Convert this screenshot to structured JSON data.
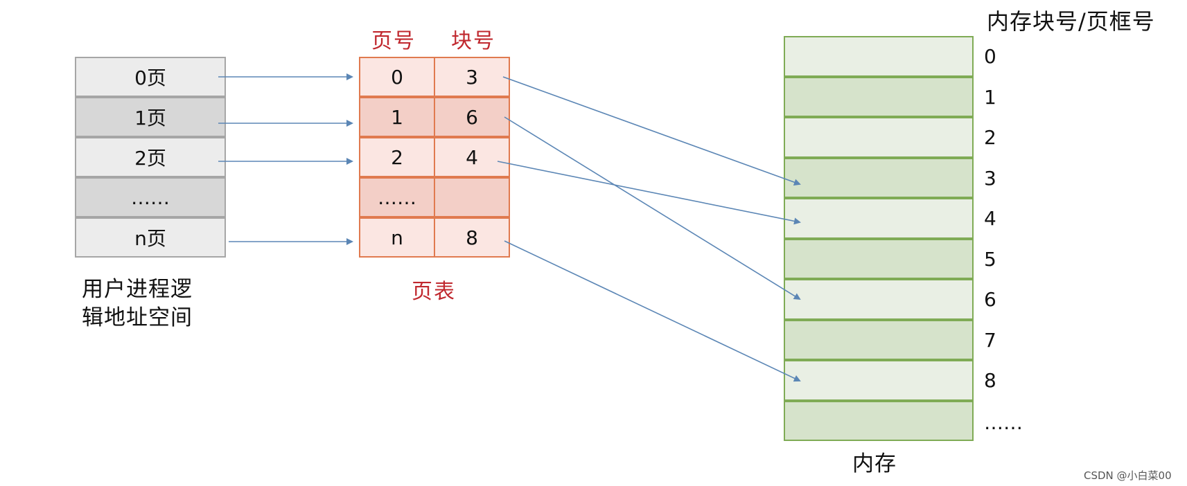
{
  "logical": {
    "pages": [
      "0页",
      "1页",
      "2页",
      "……",
      "n页"
    ],
    "caption_line1": "用户进程逻",
    "caption_line2": "辑地址空间"
  },
  "page_table": {
    "header_page": "页号",
    "header_block": "块号",
    "rows": [
      {
        "page": "0",
        "block": "3"
      },
      {
        "page": "1",
        "block": "6"
      },
      {
        "page": "2",
        "block": "4"
      },
      {
        "page": "……",
        "block": ""
      },
      {
        "page": "n",
        "block": "8"
      }
    ],
    "caption": "页表"
  },
  "memory": {
    "header": "内存块号/页框号",
    "indices": [
      "0",
      "1",
      "2",
      "3",
      "4",
      "5",
      "6",
      "7",
      "8",
      "……"
    ],
    "caption": "内存"
  },
  "watermark": "CSDN @小白菜00",
  "colors": {
    "arrow": "#5b86b5",
    "page_table_border": "#e07a4f",
    "memory_border": "#7fab55",
    "red_text": "#c0282e"
  }
}
